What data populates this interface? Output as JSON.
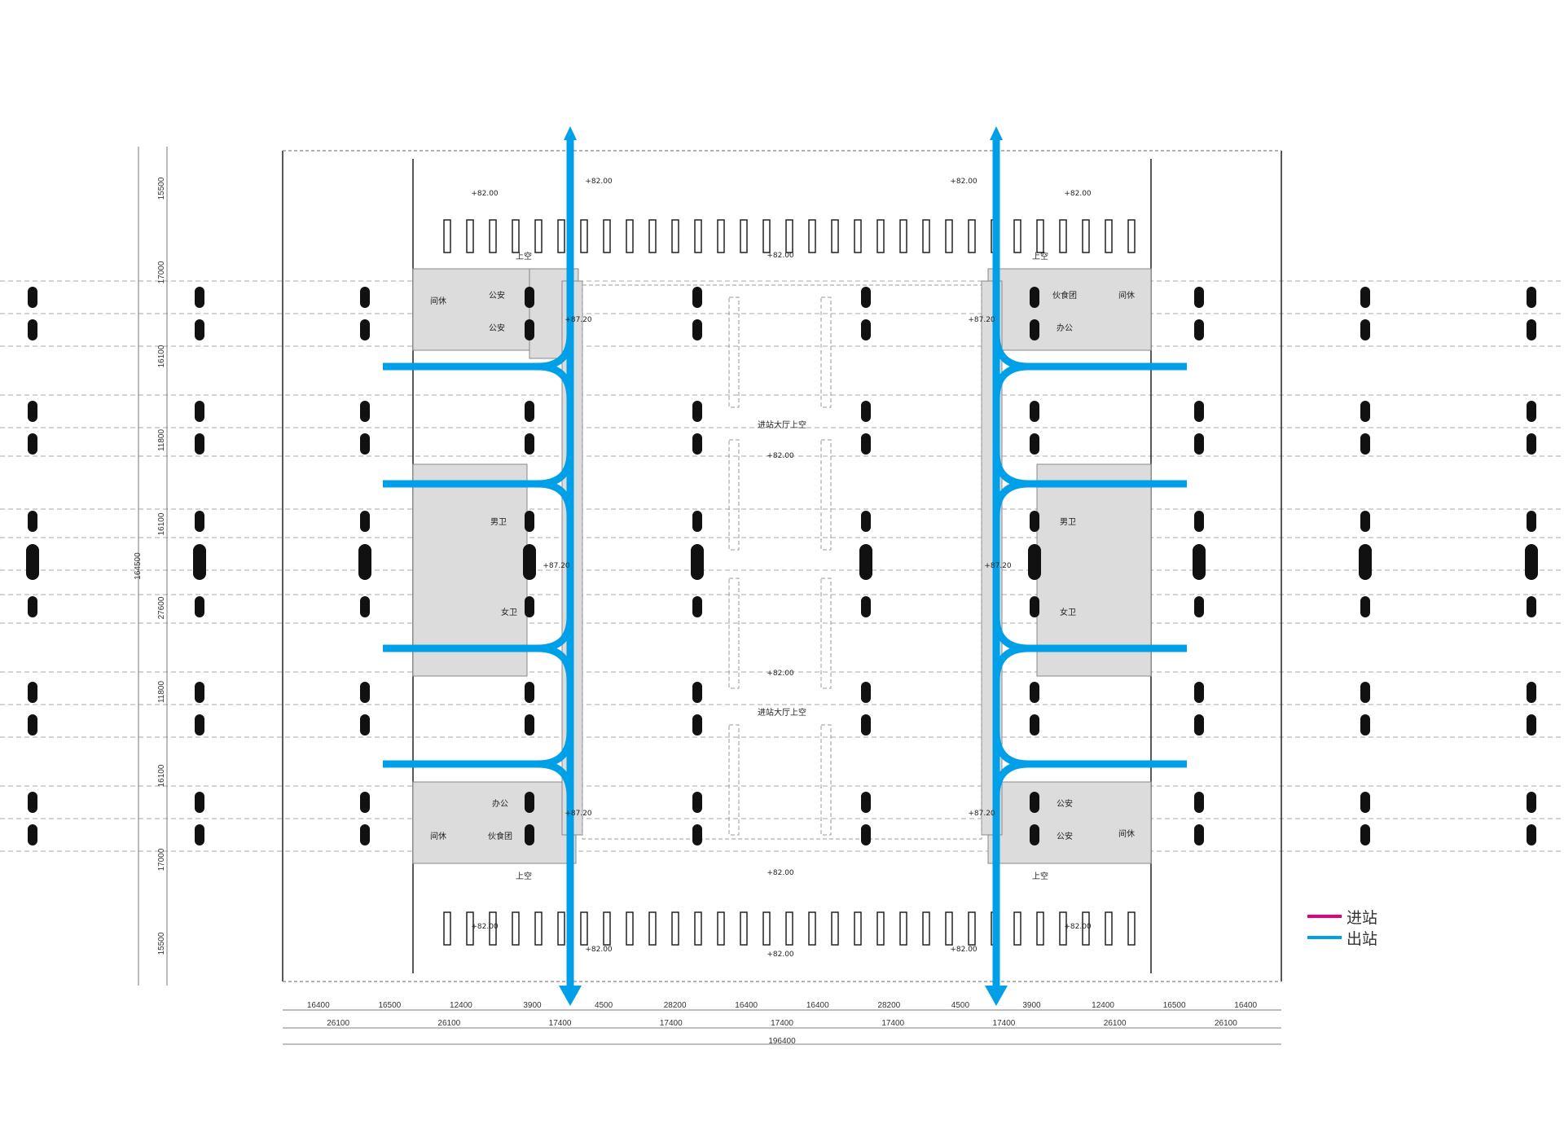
{
  "legend": [
    {
      "label": "进站",
      "color": "#e6007e"
    },
    {
      "label": "出站",
      "color": "#00a0e9"
    }
  ],
  "colors": {
    "flow_exit": "#00a0e9",
    "flow_enter": "#e6007e",
    "zone_fill": "#dcdcdc",
    "column": "#111111"
  },
  "labels": {
    "hall_void": "进站大厅上空",
    "void": "上空",
    "rest": "间休",
    "police": "公安",
    "canteen": "伙食团",
    "office": "办公",
    "male_wc": "男卫",
    "female_wc": "女卫"
  },
  "elevations": {
    "e82": "+82.00",
    "e87": "+87.20"
  },
  "dims_bottom_row1": [
    "16400",
    "16500",
    "12400",
    "3900",
    "4500",
    "28200",
    "16400",
    "16400",
    "28200",
    "4500",
    "3900",
    "12400",
    "16500",
    "16400"
  ],
  "dims_bottom_row2": [
    "26100",
    "26100",
    "17400",
    "17400",
    "17400",
    "17400",
    "17400",
    "26100",
    "26100"
  ],
  "dims_bottom_total": "196400",
  "dims_left": [
    "15500",
    "17000",
    "16100",
    "11800",
    "16100",
    "27600",
    "11800",
    "16100",
    "17000",
    "15500"
  ],
  "dims_left_total": "164500"
}
